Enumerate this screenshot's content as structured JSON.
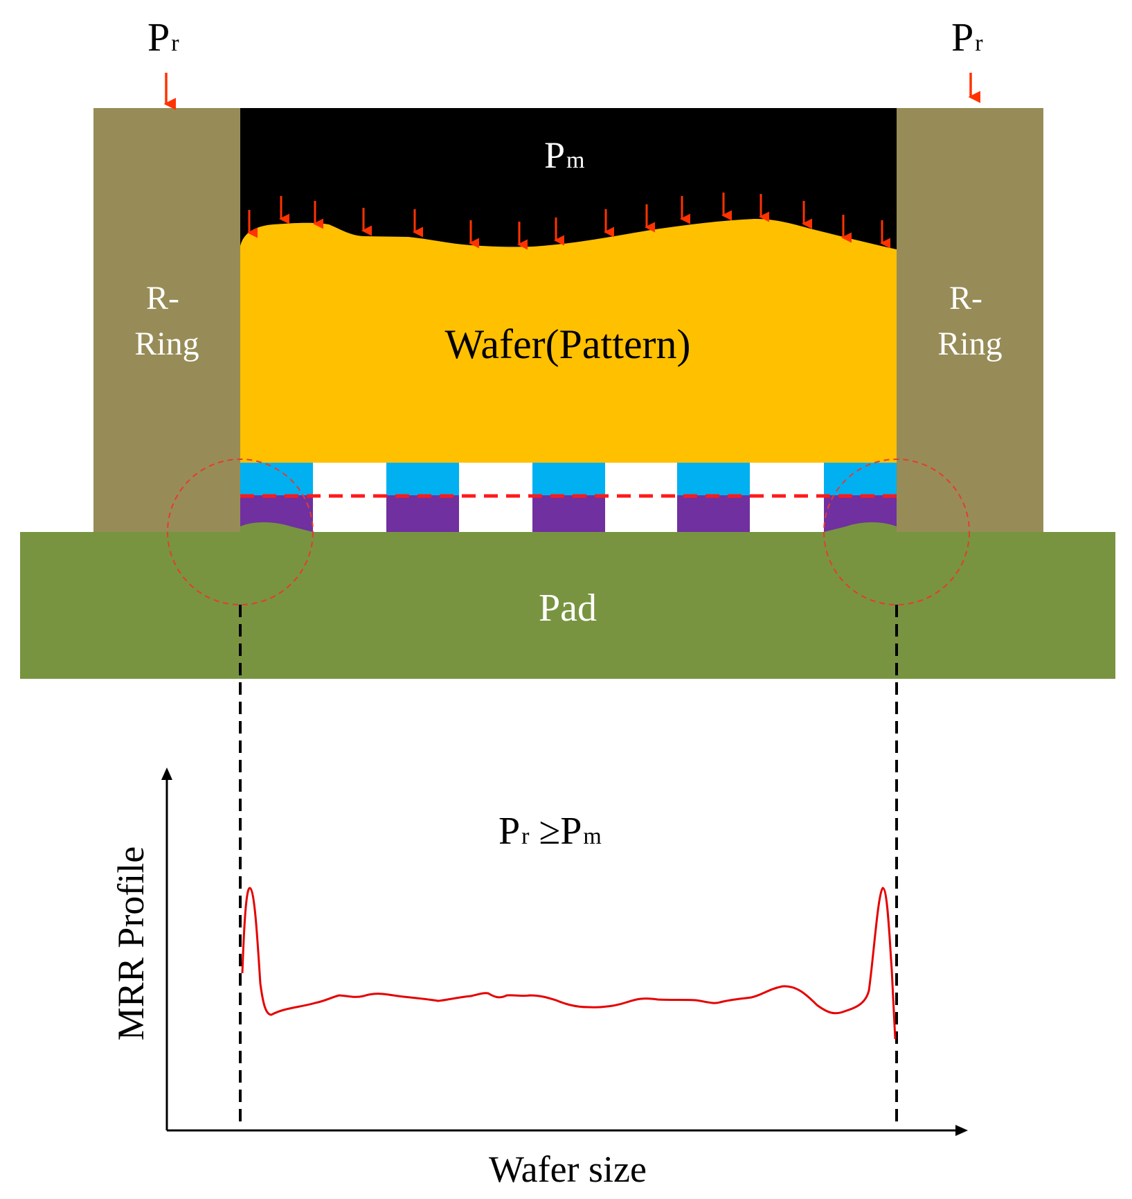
{
  "labels": {
    "pr_left_main": "P",
    "pr_left_sub": "r",
    "pr_right_main": "P",
    "pr_right_sub": "r",
    "pm_main": "P",
    "pm_sub": "m",
    "rring_left_line1": "R-",
    "rring_left_line2": "Ring",
    "rring_right_line1": "R-",
    "rring_right_line2": "Ring",
    "wafer": "Wafer(Pattern)",
    "pad": "Pad",
    "condition_p1": "P",
    "condition_s1": "r",
    "condition_op": " ≥P",
    "condition_s2": "m",
    "y_axis": "MRR Profile",
    "x_axis": "Wafer size"
  },
  "colors": {
    "retaining_ring": "#978C57",
    "membrane": "#000000",
    "wafer": "#FFC000",
    "pad": "#789440",
    "pattern_top": "#00B0F0",
    "pattern_bottom": "#7030A0",
    "arrow": "#FF3300",
    "guide_circle": "#E63B2E",
    "profile_curve": "#E60000",
    "axis": "#000000"
  }
}
